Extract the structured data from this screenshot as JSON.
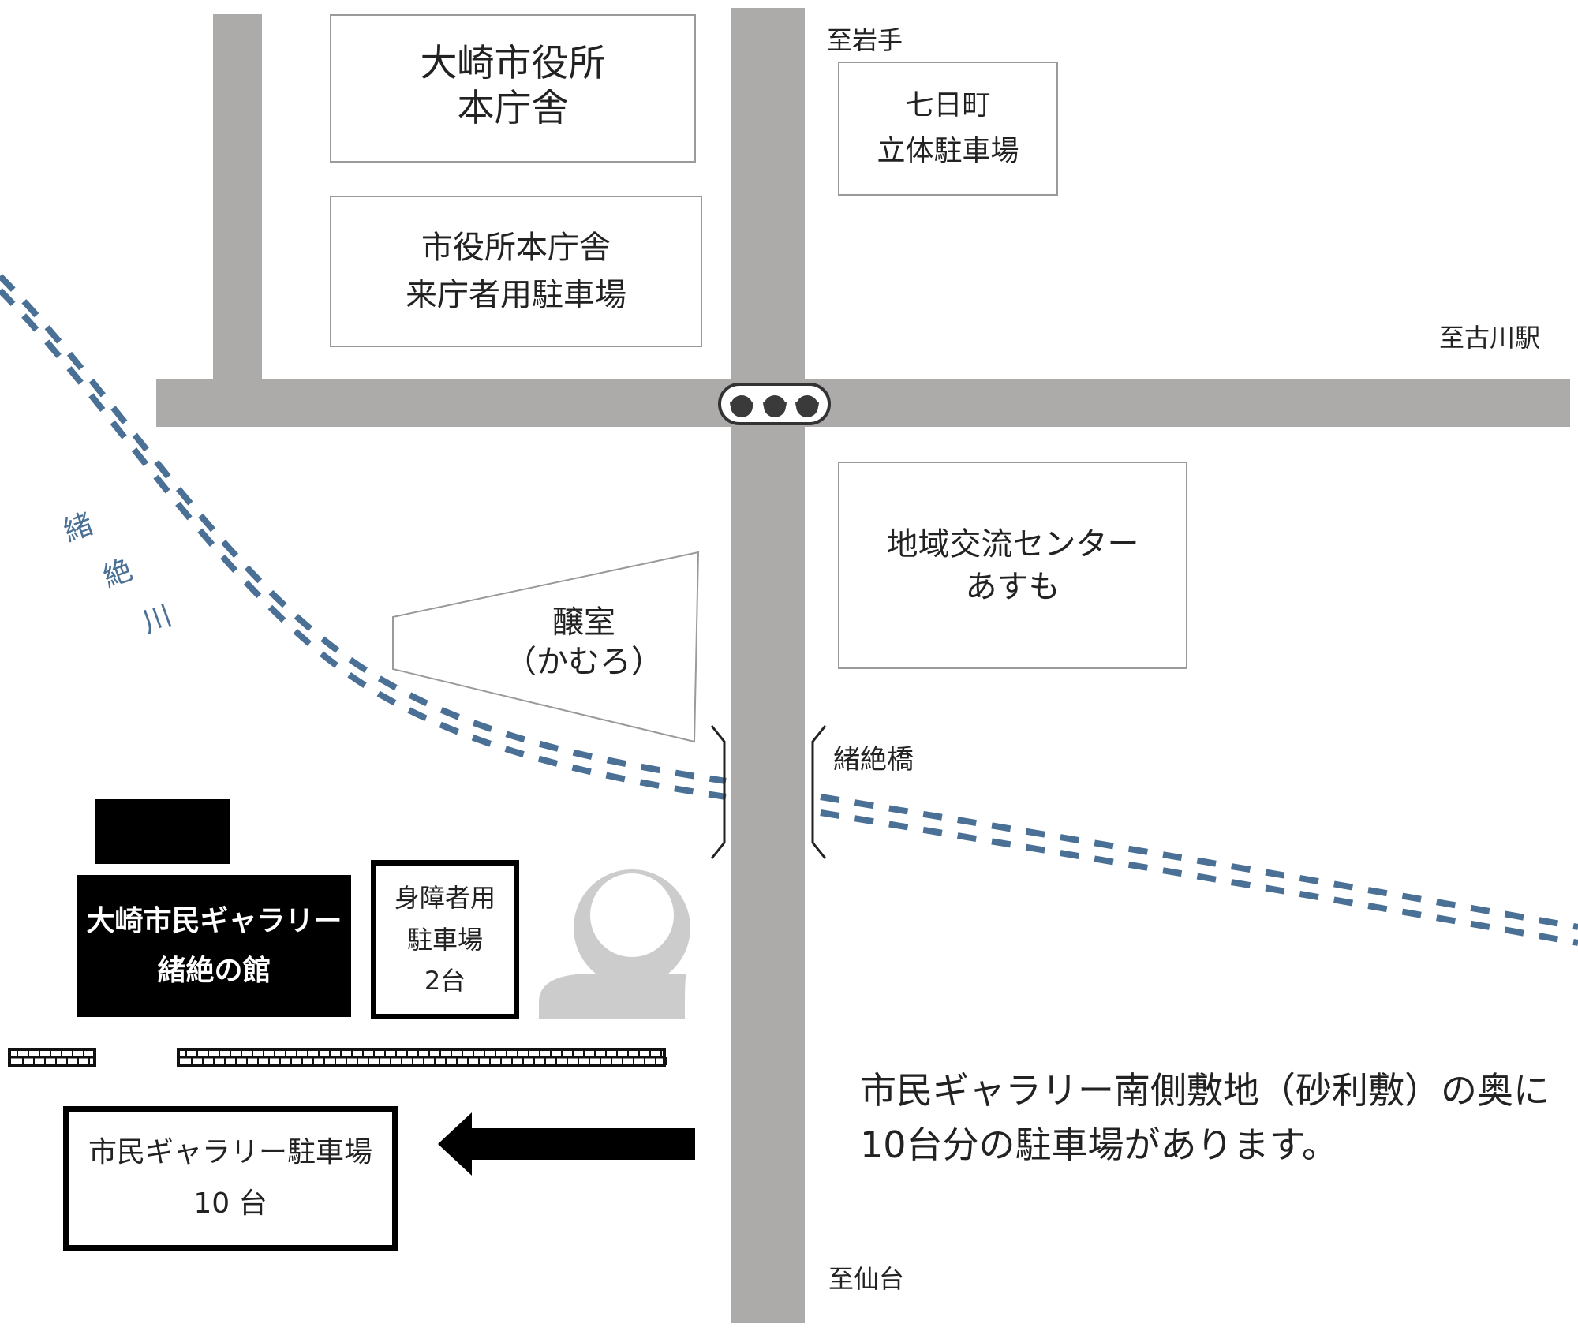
{
  "map": {
    "colors": {
      "road": "#ADAAAA",
      "river": "#4A7096",
      "black": "#000000",
      "statue": "#CCCCCC"
    },
    "directions": {
      "north": "至岩手",
      "east": "至古川駅",
      "south": "至仙台"
    },
    "buildings": {
      "city_hall": [
        "大崎市役所",
        "本庁舎"
      ],
      "city_hall_parking": [
        "市役所本庁舎",
        "来庁者用駐車場"
      ],
      "nanokamachi_parking": [
        "七日町",
        "立体駐車場"
      ],
      "community_center": [
        "地域交流センター",
        "あすも"
      ],
      "kamuro": [
        "醸室",
        "（かむろ）"
      ],
      "gallery": [
        "大崎市民ギャラリー",
        "緒絶の館"
      ],
      "accessible_parking": [
        "身障者用",
        "駐車場",
        "2台"
      ],
      "gallery_parking": [
        "市民ギャラリー駐車場",
        "10 台"
      ]
    },
    "river_name": [
      "緒",
      "絶",
      "川"
    ],
    "bridge_name": "緒絶橋",
    "icons": {
      "traffic_signal": "traffic-signal-icon",
      "arrow": "arrow-left-icon",
      "statue": "statue-icon"
    },
    "note": [
      "市民ギャラリー南側敷地（砂利敷）の奥に",
      "10台分の駐車場があります。"
    ]
  }
}
